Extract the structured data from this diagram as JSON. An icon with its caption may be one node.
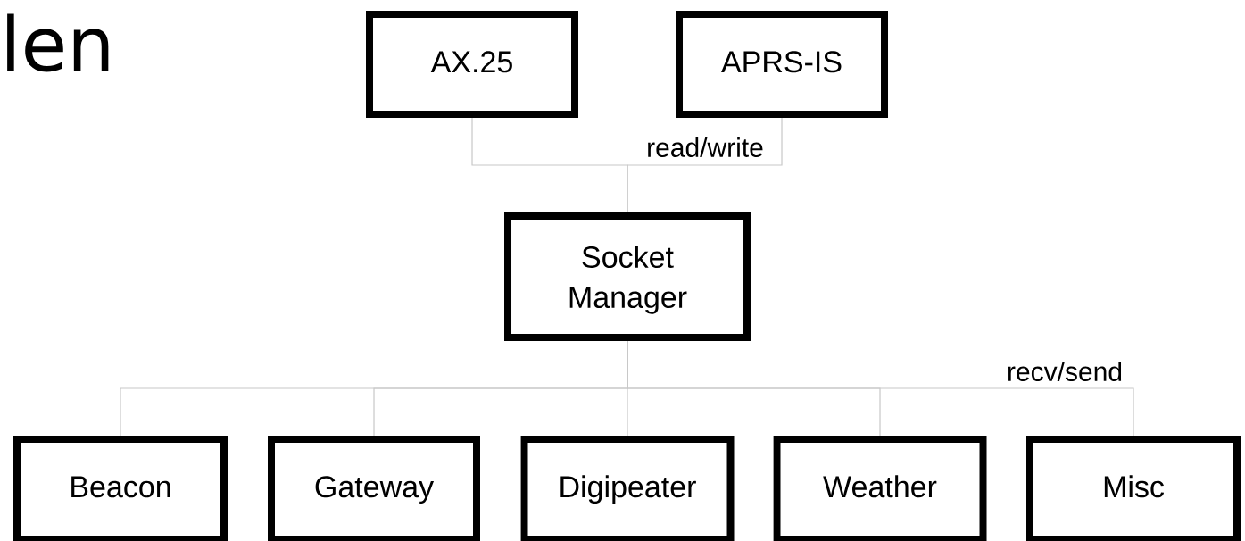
{
  "diagram": {
    "nodes": [
      {
        "text": [
          "AX.25"
        ]
      },
      {
        "text": [
          "APRS-IS"
        ]
      },
      {
        "text": [
          "Socket Manager"
        ]
      },
      {
        "text": [
          "Beacon"
        ]
      },
      {
        "text": [
          "Gateway"
        ]
      },
      {
        "text": [
          "Digipeater"
        ]
      },
      {
        "text": [
          "Weather"
        ]
      },
      {
        "text": [
          "Misc"
        ]
      }
    ],
    "edges": [
      {
        "from": 2,
        "to": 0,
        "arrow": "none"
      },
      {
        "from": 2,
        "to": 1,
        "arrow": "none",
        "label": "read/write"
      },
      {
        "from": 2,
        "to": 3,
        "arrow": "none"
      },
      {
        "from": 2,
        "to": 4,
        "arrow": "none"
      },
      {
        "from": 2,
        "to": 5,
        "arrow": "none"
      },
      {
        "from": 2,
        "to": 6,
        "arrow": "none"
      },
      {
        "from": 2,
        "to": 7,
        "arrow": "none",
        "label": "recv/send"
      }
    ],
    "labels": [
      "len"
    ]
  }
}
